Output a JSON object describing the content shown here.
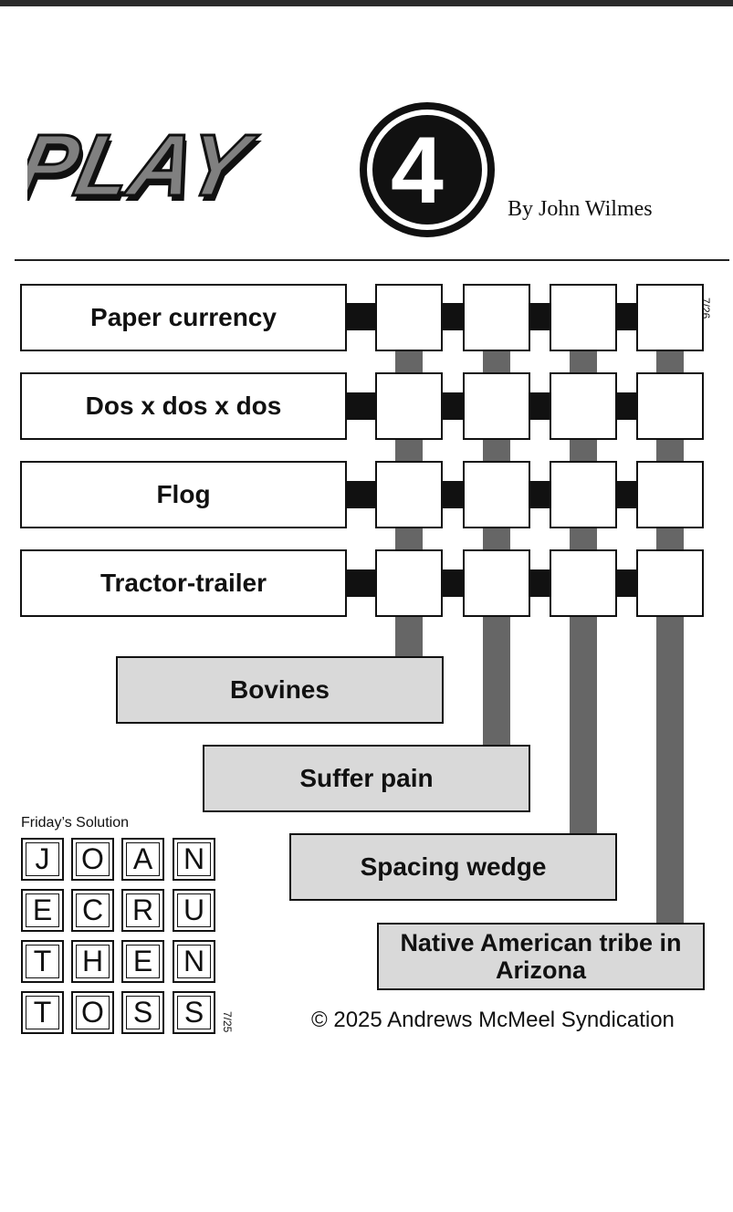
{
  "logo": {
    "text": "PLAY4"
  },
  "byline": "By John Wilmes",
  "puzzle": {
    "date": "7/26",
    "row_clues": [
      "Paper currency",
      "Dos x dos x dos",
      "Flog",
      "Tractor-trailer"
    ],
    "column_clues": [
      "Bovines",
      "Suffer pain",
      "Spacing wedge",
      "Native American tribe in Arizona"
    ]
  },
  "solution": {
    "title": "Friday’s Solution",
    "date": "7/25",
    "grid": [
      [
        "J",
        "O",
        "A",
        "N"
      ],
      [
        "E",
        "C",
        "R",
        "U"
      ],
      [
        "T",
        "H",
        "E",
        "N"
      ],
      [
        "T",
        "O",
        "S",
        "S"
      ]
    ]
  },
  "copyright": "© 2025 Andrews McMeel Syndication",
  "colors": {
    "ink": "#111111",
    "connector_gray": "#666666",
    "column_clue_fill": "#d9d9d9",
    "logo_gray": "#808080"
  }
}
